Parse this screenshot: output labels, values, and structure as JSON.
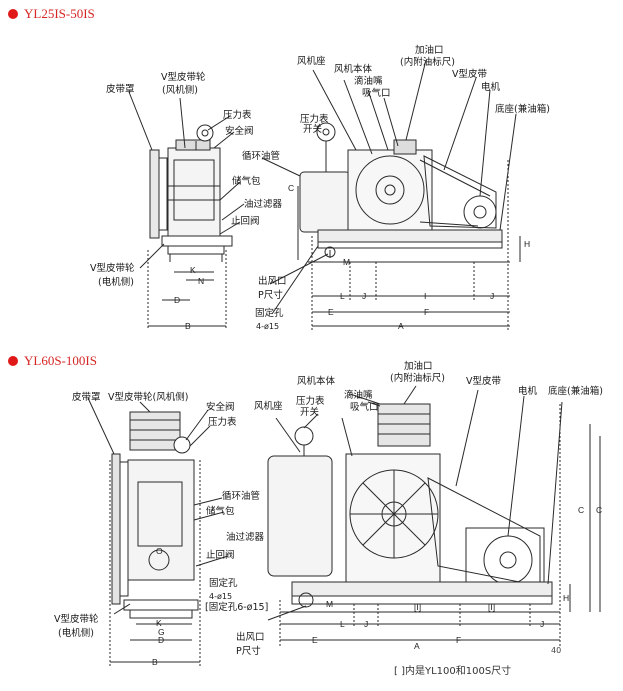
{
  "sections": [
    {
      "title": "YL25IS-50IS",
      "labels": {
        "belt_cover": "皮带罩",
        "v_pulley_fan": "V型皮带轮",
        "v_pulley_fan_sub": "(风机侧)",
        "pressure_gauge": "压力表",
        "safety_valve": "安全阀",
        "air_tank": "储气包",
        "oil_filter": "油过滤器",
        "check_valve": "止回阀",
        "v_pulley_motor": "V型皮带轮",
        "v_pulley_motor_sub": "(电机侧)",
        "fan_seat": "风机座",
        "fan_body": "风机本体",
        "drip_nozzle": "滴油嘴",
        "suction_port": "吸气口",
        "oil_inlet": "加油口",
        "oil_inlet_sub": "(内附油标尺)",
        "v_belt": "V型皮带",
        "motor": "电机",
        "base": "底座(兼油箱)",
        "gauge_switch": "压力表",
        "gauge_switch_sub": "开关",
        "circ_pipe": "循环油管",
        "outlet": "出风口",
        "outlet_sub": "P尺寸",
        "fix_hole": "固定孔",
        "fix_hole_sub": "4-ø15"
      },
      "dims": [
        "K",
        "N",
        "D",
        "B",
        "L",
        "J",
        "I",
        "J",
        "E",
        "F",
        "A",
        "C",
        "H",
        "M"
      ]
    },
    {
      "title": "YL60S-100IS",
      "labels": {
        "belt_cover": "皮带罩",
        "v_pulley_fan": "V型皮带轮(风机侧)",
        "safety_valve": "安全阀",
        "pressure_gauge": "压力表",
        "circ_pipe": "循环油管",
        "air_tank": "储气包",
        "oil_filter": "油过滤器",
        "check_valve": "止回阀",
        "fix_hole": "固定孔",
        "fix_hole_sub": "4-ø15",
        "fix_hole_alt": "[固定孔6-ø15]",
        "v_pulley_motor": "V型皮带轮",
        "v_pulley_motor_sub": "(电机侧)",
        "fan_seat": "风机座",
        "gauge_switch": "压力表",
        "gauge_switch_sub": "开关",
        "fan_body": "风机本体",
        "drip_nozzle": "滴油嘴",
        "suction_port": "吸气口",
        "oil_inlet": "加油口",
        "oil_inlet_sub": "(内附油标尺)",
        "v_belt": "V型皮带",
        "motor": "电机",
        "base": "底座(兼油箱)",
        "outlet": "出风口",
        "outlet_sub": "P尺寸"
      },
      "dims": [
        "K",
        "G",
        "D",
        "B",
        "L",
        "J",
        "[I]",
        "[I]",
        "J",
        "E",
        "F",
        "A",
        "C",
        "C",
        "H",
        "M",
        "O"
      ]
    }
  ],
  "footnote": "[ ]内是YL100和100S尺寸",
  "page_number": "40",
  "colors": {
    "accent": "#e01818",
    "line": "#2a2a2a",
    "paper": "#ffffff"
  }
}
